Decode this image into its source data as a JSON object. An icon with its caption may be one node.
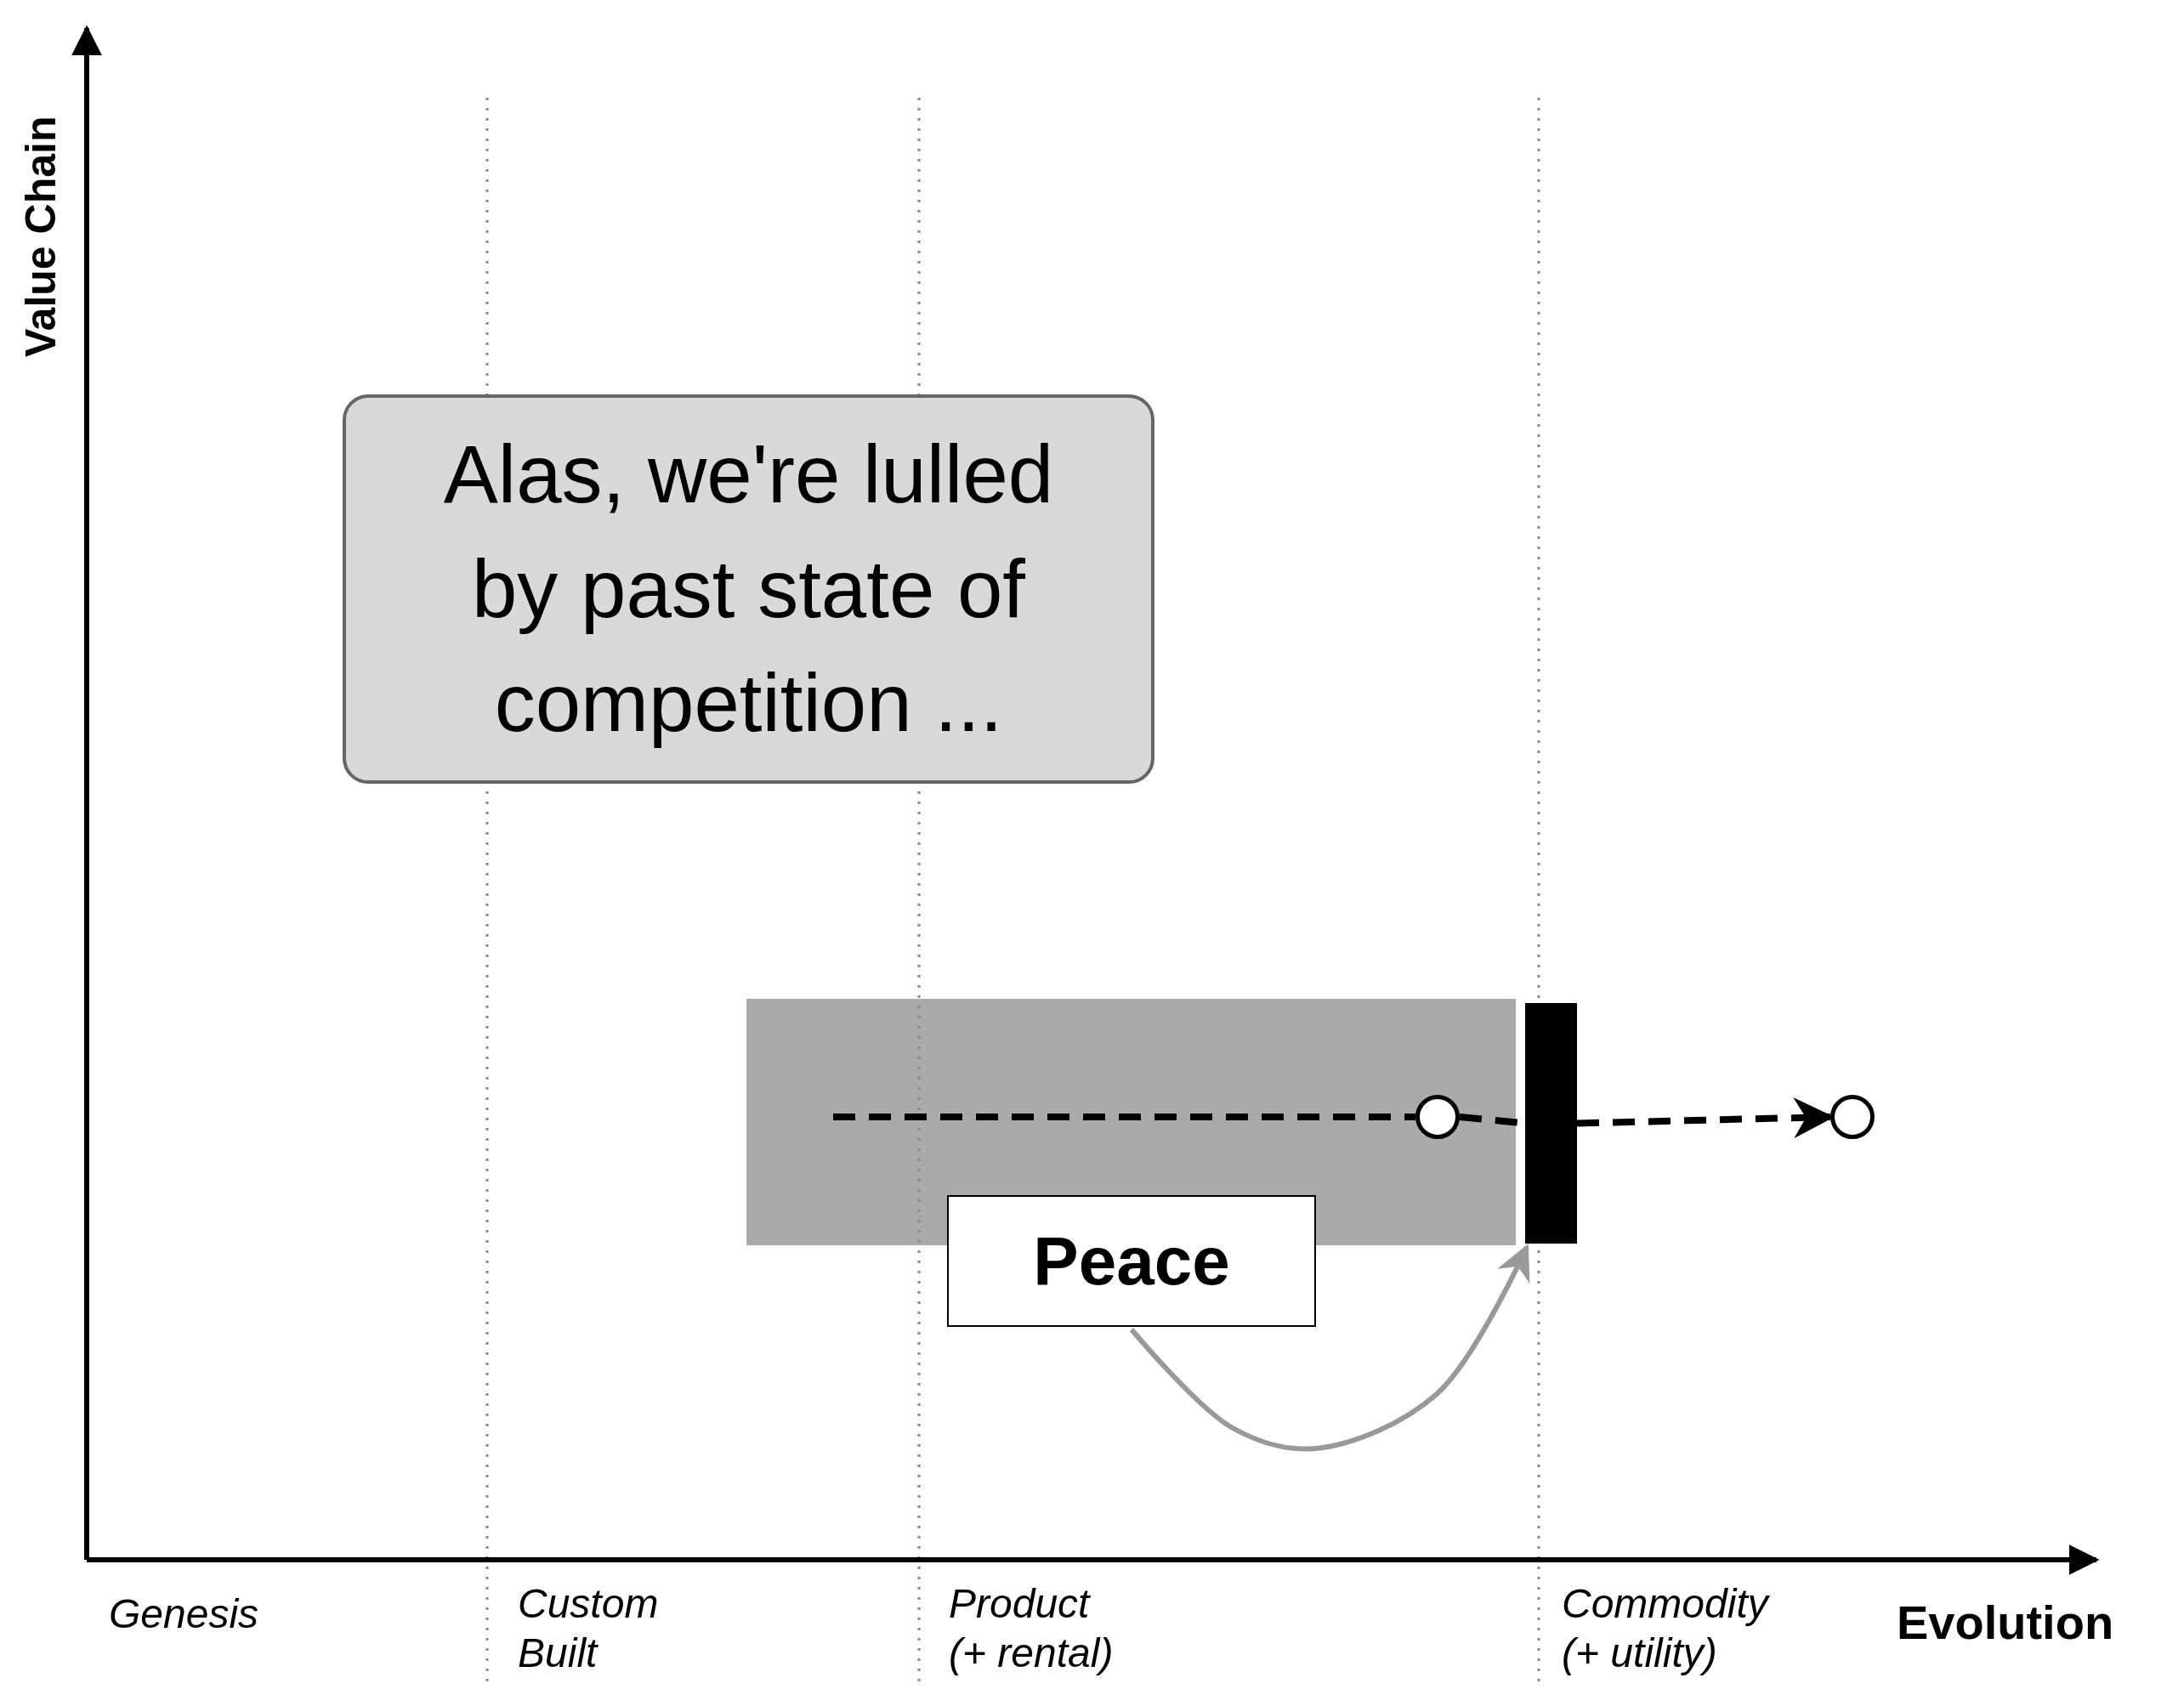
{
  "diagram": {
    "nodes": [
      {
        "text": [
          "Alas, we're lulled by past state of competition ..."
        ]
      },
      {
        "text": [],
        "shape": "box"
      },
      {
        "text": [],
        "shape": "circle",
        "in": 1
      },
      {
        "text": [],
        "shape": "bar"
      },
      {
        "text": [],
        "shape": "circle"
      },
      {
        "text": [
          "Peace"
        ]
      }
    ],
    "edges": [
      {
        "from": 1,
        "to": 2,
        "arrow": "none",
        "style": "dashed"
      },
      {
        "from": 2,
        "to": 3,
        "arrow": "none",
        "style": "dashed"
      },
      {
        "from": 3,
        "to": 4,
        "arrow": "to",
        "style": "dashed"
      },
      {
        "from": 5,
        "to": 3,
        "arrow": "to",
        "color": "#999999"
      }
    ],
    "labels": [
      "Value Chain",
      "Genesis",
      "Custom Built",
      "Product (+ rental)",
      "Commodity (+ utility)",
      "Evolution"
    ]
  }
}
